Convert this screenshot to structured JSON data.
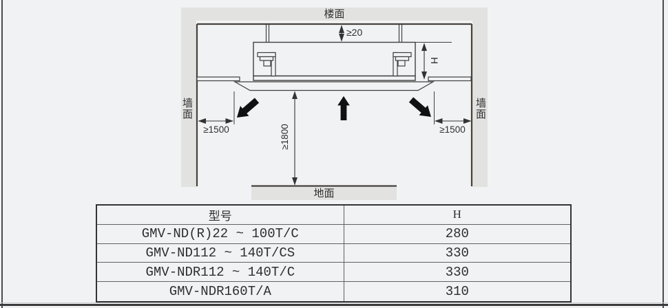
{
  "page": {
    "background": "#f1f2f4",
    "frame_color": "#3a3a3a"
  },
  "diagram": {
    "labels": {
      "ceiling": "楼面",
      "wall_left": "墙面",
      "wall_right": "墙面",
      "floor": "地面"
    },
    "dimensions": {
      "top_gap": "≥20",
      "unit_height": "H",
      "side_left": "≥1500",
      "side_right": "≥1500",
      "floor_clearance": "≥1800"
    },
    "colors": {
      "band": "#e2e2e1",
      "line": "#3f3f3f",
      "airflow_arrow": "#111111"
    }
  },
  "table": {
    "headers": [
      "型号",
      "H"
    ],
    "rows": [
      [
        "GMV-ND(R)22 ~ 100T/C",
        "280"
      ],
      [
        "GMV-ND112 ~ 140T/CS",
        "330"
      ],
      [
        "GMV-NDR112 ~ 140T/C",
        "330"
      ],
      [
        "GMV-NDR160T/A",
        "310"
      ]
    ]
  }
}
